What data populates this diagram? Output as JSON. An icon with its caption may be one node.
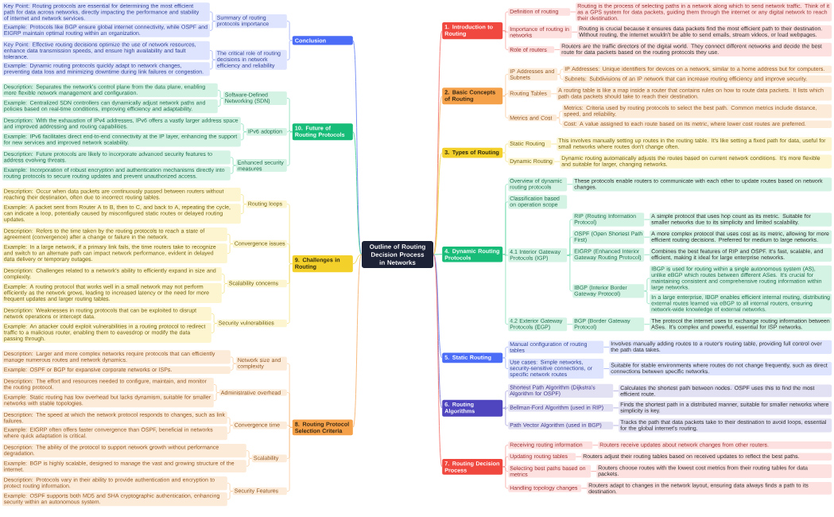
{
  "diagram": {
    "nodes": [
      {
        "text": [
          "Outline of Routing Decision Process in Networks"
        ]
      },
      {
        "text": [
          "1. Introduction to Routing"
        ]
      },
      {
        "text": [
          "Definition of routing"
        ]
      },
      {
        "text": [
          "Routing is the process of selecting paths in a network along which to send network traffic. Think of it as a GPS system for data packets, guiding them through the internet or any digital network to reach their destination."
        ]
      },
      {
        "text": [
          "Importance of routing in networks"
        ]
      },
      {
        "text": [
          "Routing is crucial because it ensures data packets find the most efficient path to their destination. Without routing, the internet wouldn't be able to send emails, stream videos, or load webpages."
        ]
      },
      {
        "text": [
          "Role of routers"
        ]
      },
      {
        "text": [
          "Routers are the traffic directors of the digital world. They connect different networks and decide the best route for data packets based on the routing protocols they use."
        ]
      },
      {
        "text": [
          "2. Basic Concepts of Routing"
        ]
      },
      {
        "text": [
          "IP Addresses and Subnets"
        ]
      },
      {
        "text": [
          "IP Addresses: Unique identifiers for devices on a network, similar to a home address but for computers."
        ]
      },
      {
        "text": [
          "Subnets: Subdivisions of an IP network that can increase routing efficiency and improve security."
        ]
      },
      {
        "text": [
          "Routing Tables"
        ]
      },
      {
        "text": [
          "A routing table is like a map inside a router that contains rules on how to route data packets. It lists which path data packets should take to reach their destination."
        ]
      },
      {
        "text": [
          "Metrics and Cost"
        ]
      },
      {
        "text": [
          "Metrics: Criteria used by routing protocols to select the best path. Common metrics include distance, speed, and reliability."
        ]
      },
      {
        "text": [
          "Cost: A value assigned to each route based on its metric, where lower cost routes are preferred."
        ]
      },
      {
        "text": [
          "3. Types of Routing"
        ]
      },
      {
        "text": [
          "Static Routing"
        ]
      },
      {
        "text": [
          "This involves manually setting up routes in the routing table. It's like setting a fixed path for data, useful for small networks where routes don't change often."
        ]
      },
      {
        "text": [
          "Dynamic Routing"
        ]
      },
      {
        "text": [
          "Dynamic routing automatically adjusts the routes based on current network conditions. It's more flexible and suitable for larger, changing networks."
        ]
      },
      {
        "text": [
          "4. Dynamic Routing Protocols"
        ]
      },
      {
        "text": [
          "Overview of dynamic routing protocols"
        ]
      },
      {
        "text": [
          "These protocols enable routers to communicate with each other to update routes based on network changes."
        ]
      },
      {
        "text": [
          "Classification based on operation scope"
        ]
      },
      {
        "text": [
          "4.1 Interior Gateway Protocols (IGP)"
        ]
      },
      {
        "text": [
          "RIP (Routing Information Protocol)"
        ]
      },
      {
        "text": [
          "A simple protocol that uses hop count as its metric. Suitable for smaller networks due to its simplicity and limited scalability."
        ]
      },
      {
        "text": [
          "OSPF (Open Shortest Path First)"
        ]
      },
      {
        "text": [
          "A more complex protocol that uses cost as its metric, allowing for more efficient routing decisions. Preferred for medium to large networks."
        ]
      },
      {
        "text": [
          "EIGRP (Enhanced Interior Gateway Routing Protocol)"
        ]
      },
      {
        "text": [
          "Combines the best features of RIP and OSPF. It's fast, scalable, and efficient, making it ideal for large enterprise networks."
        ]
      },
      {
        "text": [
          "IBGP (Interior Border Gateway Protocol)"
        ]
      },
      {
        "text": [
          "IBGP is used for routing within a single autonomous system (AS), unlike eBGP which routes between different ASes. It's crucial for maintaining consistent and comprehensive routing information within large networks."
        ]
      },
      {
        "text": [
          "In a large enterprise, IBGP enables efficient internal routing, distributing external routes learned via eBGP to all internal routers, ensuring network-wide knowledge of external networks."
        ]
      },
      {
        "text": [
          "4.2 Exterior Gateway Protocols (EGP)"
        ]
      },
      {
        "text": [
          "BGP (Border Gateway Protocol)"
        ]
      },
      {
        "text": [
          "The protocol the internet uses to exchange routing information between ASes. It's complex and powerful, essential for ISP networks."
        ]
      },
      {
        "text": [
          "5. Static Routing"
        ]
      },
      {
        "text": [
          "Manual configuration of routing tables"
        ]
      },
      {
        "text": [
          "Involves manually adding routes to a router's routing table, providing full control over the path data takes."
        ]
      },
      {
        "text": [
          "Use cases: Simple networks, security-sensitive connections, or specific network routes"
        ]
      },
      {
        "text": [
          "Suitable for stable environments where routes do not change frequently, such as direct connections between specific networks."
        ]
      },
      {
        "text": [
          "6. Routing Algorithms"
        ]
      },
      {
        "text": [
          "Shortest Path Algorithm (Dijkstra's Algorithm for OSPF)"
        ]
      },
      {
        "text": [
          "Calculates the shortest path between nodes. OSPF uses this to find the most efficient route."
        ]
      },
      {
        "text": [
          "Bellman-Ford Algorithm (used in RIP)"
        ]
      },
      {
        "text": [
          "Finds the shortest path in a distributed manner, suitable for smaller networks where simplicity is key."
        ]
      },
      {
        "text": [
          "Path Vector Algorithm (used in BGP)"
        ]
      },
      {
        "text": [
          "Tracks the path that data packets take to their destination to avoid loops, essential for the global internet's routing."
        ]
      },
      {
        "text": [
          "7. Routing Decision Process"
        ]
      },
      {
        "text": [
          "Receiving routing information"
        ]
      },
      {
        "text": [
          "Routers receive updates about network changes from other routers."
        ]
      },
      {
        "text": [
          "Updating routing tables"
        ]
      },
      {
        "text": [
          "Routers adjust their routing tables based on received updates to reflect the best paths."
        ]
      },
      {
        "text": [
          "Selecting best paths based on metrics"
        ]
      },
      {
        "text": [
          "Routers choose routes with the lowest cost metrics from their routing tables for data packets."
        ]
      },
      {
        "text": [
          "Handling topology changes"
        ]
      },
      {
        "text": [
          "Routers adapt to changes in the network layout, ensuring data always finds a path to its destination."
        ]
      },
      {
        "text": [
          "Conclusion"
        ]
      },
      {
        "text": [
          "Summary of routing protocols importance"
        ]
      },
      {
        "text": [
          "Key Point: Routing protocols are essential for determining the most efficient path for data across networks, directly impacting the performance and stability of internet and network services."
        ]
      },
      {
        "text": [
          "Example: Protocols like BGP ensure global internet connectivity, while OSPF and EIGRP maintain optimal routing within an organization."
        ]
      },
      {
        "text": [
          "The critical role of routing decisions in network efficiency and reliability"
        ]
      },
      {
        "text": [
          "Key Point: Effective routing decisions optimize the use of network resources, enhance data transmission speeds, and ensure high availability and fault tolerance."
        ]
      },
      {
        "text": [
          "Example: Dynamic routing protocols quickly adapt to network changes, preventing data loss and minimizing downtime during link failures or congestion."
        ]
      },
      {
        "text": [
          "10. Future of Routing Protocols"
        ]
      },
      {
        "text": [
          "Software-Defined Networking (SDN)"
        ]
      },
      {
        "text": [
          "Description: Separates the network's control plane from the data plane, enabling more flexible network management and configuration."
        ]
      },
      {
        "text": [
          "Example: Centralized SDN controllers can dynamically adjust network paths and policies based on real-time conditions, improving efficiency and adaptability."
        ]
      },
      {
        "text": [
          "IPv6 adoption"
        ]
      },
      {
        "text": [
          "Description: With the exhaustion of IPv4 addresses, IPv6 offers a vastly larger address space and improved addressing and routing capabilities."
        ]
      },
      {
        "text": [
          "Example: IPv6 facilitates direct end-to-end connectivity at the IP layer, enhancing the support for new services and improved network scalability."
        ]
      },
      {
        "text": [
          "Enhanced security measures"
        ]
      },
      {
        "text": [
          "Description: Future protocols are likely to incorporate advanced security features to address evolving threats."
        ]
      },
      {
        "text": [
          "Example: Incorporation of robust encryption and authentication mechanisms directly into routing protocols to secure routing updates and prevent unauthorized access."
        ]
      },
      {
        "text": [
          "9. Challenges in Routing"
        ]
      },
      {
        "text": [
          "Routing loops"
        ]
      },
      {
        "text": [
          "Description: Occur when data packets are continuously passed between routers without reaching their destination, often due to incorrect routing tables."
        ]
      },
      {
        "text": [
          "Example: A packet sent from Router A to B, then to C, and back to A, repeating the cycle, can indicate a loop, potentially caused by misconfigured static routes or delayed routing updates."
        ]
      },
      {
        "text": [
          "Convergence issues"
        ]
      },
      {
        "text": [
          "Description: Refers to the time taken by the routing protocols to reach a state of agreement (convergence) after a change or failure in the network."
        ]
      },
      {
        "text": [
          "Example: In a large network, if a primary link fails, the time routers take to recognize and switch to an alternate path can impact network performance, evident in delayed data delivery or temporary outages."
        ]
      },
      {
        "text": [
          "Scalability concerns"
        ]
      },
      {
        "text": [
          "Description: Challenges related to a network's ability to efficiently expand in size and complexity."
        ]
      },
      {
        "text": [
          "Example: A routing protocol that works well in a small network may not perform efficiently as the network grows, leading to increased latency or the need for more frequent updates and larger routing tables."
        ]
      },
      {
        "text": [
          "Security vulnerabilities"
        ]
      },
      {
        "text": [
          "Description: Weaknesses in routing protocols that can be exploited to disrupt network operations or intercept data."
        ]
      },
      {
        "text": [
          "Example: An attacker could exploit vulnerabilities in a routing protocol to redirect traffic to a malicious router, enabling them to eavesdrop or modify the data passing through."
        ]
      },
      {
        "text": [
          "8. Routing Protocol Selection Criteria"
        ]
      },
      {
        "text": [
          "Network size and complexity"
        ]
      },
      {
        "text": [
          "Description: Larger and more complex networks require protocols that can efficiently manage numerous routes and network dynamics."
        ]
      },
      {
        "text": [
          "Example: OSPF or BGP for expansive corporate networks or ISPs."
        ]
      },
      {
        "text": [
          "Administrative overhead"
        ]
      },
      {
        "text": [
          "Description: The effort and resources needed to configure, maintain, and monitor the routing protocol."
        ]
      },
      {
        "text": [
          "Example: Static routing has low overhead but lacks dynamism, suitable for smaller networks with stable topologies."
        ]
      },
      {
        "text": [
          "Convergence time"
        ]
      },
      {
        "text": [
          "Description: The speed at which the network protocol responds to changes, such as link failures."
        ]
      },
      {
        "text": [
          "Example: EIGRP often offers faster convergence than OSPF, beneficial in networks where quick adaptation is critical."
        ]
      },
      {
        "text": [
          "Scalability"
        ]
      },
      {
        "text": [
          "Description: The ability of the protocol to support network growth without performance degradation."
        ]
      },
      {
        "text": [
          "Example: BGP is highly scalable, designed to manage the vast and growing structure of the internet."
        ]
      },
      {
        "text": [
          "Security Features"
        ]
      },
      {
        "text": [
          "Description: Protocols vary in their ability to provide authentication and encryption to protect routing information."
        ]
      },
      {
        "text": [
          "Example: OSPF supports both MD5 and SHA cryptographic authentication, enhancing security within an autonomous system."
        ]
      }
    ],
    "edges": [
      {
        "from": 0,
        "to": 1,
        "arrow": "none",
        "color": "#f3847f"
      },
      {
        "from": 1,
        "to": 2,
        "arrow": "none",
        "color": "#f3847f"
      },
      {
        "from": 2,
        "to": 3,
        "arrow": "none",
        "color": "#f3847f"
      },
      {
        "from": 1,
        "to": 4,
        "arrow": "none",
        "color": "#f3847f"
      },
      {
        "from": 4,
        "to": 5,
        "arrow": "none",
        "color": "#f3847f"
      },
      {
        "from": 1,
        "to": 6,
        "arrow": "none",
        "color": "#f3847f"
      },
      {
        "from": 6,
        "to": 7,
        "arrow": "none",
        "color": "#f3847f"
      },
      {
        "from": 0,
        "to": 8,
        "arrow": "none",
        "color": "#f7bb80"
      },
      {
        "from": 8,
        "to": 9,
        "arrow": "none",
        "color": "#f7bb80"
      },
      {
        "from": 9,
        "to": 10,
        "arrow": "none",
        "color": "#f7bb80"
      },
      {
        "from": 9,
        "to": 11,
        "arrow": "none",
        "color": "#f7bb80"
      },
      {
        "from": 8,
        "to": 12,
        "arrow": "none",
        "color": "#f7bb80"
      },
      {
        "from": 12,
        "to": 13,
        "arrow": "none",
        "color": "#f7bb80"
      },
      {
        "from": 8,
        "to": 14,
        "arrow": "none",
        "color": "#f7bb80"
      },
      {
        "from": 14,
        "to": 15,
        "arrow": "none",
        "color": "#f7bb80"
      },
      {
        "from": 14,
        "to": 16,
        "arrow": "none",
        "color": "#f7bb80"
      },
      {
        "from": 0,
        "to": 17,
        "arrow": "none",
        "color": "#efd75a"
      },
      {
        "from": 17,
        "to": 18,
        "arrow": "none",
        "color": "#efd75a"
      },
      {
        "from": 18,
        "to": 19,
        "arrow": "none",
        "color": "#efd75a"
      },
      {
        "from": 17,
        "to": 20,
        "arrow": "none",
        "color": "#efd75a"
      },
      {
        "from": 20,
        "to": 21,
        "arrow": "none",
        "color": "#efd75a"
      },
      {
        "from": 0,
        "to": 22,
        "arrow": "none"
      },
      {
        "from": 22,
        "to": 23,
        "arrow": "none"
      },
      {
        "from": 23,
        "to": 24,
        "arrow": "none"
      },
      {
        "from": 22,
        "to": 25,
        "arrow": "none"
      },
      {
        "from": 22,
        "to": 26,
        "arrow": "none"
      },
      {
        "from": 26,
        "to": 27,
        "arrow": "none"
      },
      {
        "from": 27,
        "to": 28,
        "arrow": "none"
      },
      {
        "from": 26,
        "to": 29,
        "arrow": "none"
      },
      {
        "from": 29,
        "to": 30,
        "arrow": "none"
      },
      {
        "from": 26,
        "to": 31,
        "arrow": "none"
      },
      {
        "from": 31,
        "to": 32,
        "arrow": "none"
      },
      {
        "from": 26,
        "to": 33,
        "arrow": "none"
      },
      {
        "from": 33,
        "to": 34,
        "arrow": "none"
      },
      {
        "from": 33,
        "to": 35,
        "arrow": "none"
      },
      {
        "from": 22,
        "to": 36,
        "arrow": "none"
      },
      {
        "from": 36,
        "to": 37,
        "arrow": "none"
      },
      {
        "from": 37,
        "to": 38,
        "arrow": "none"
      },
      {
        "from": 0,
        "to": 39,
        "arrow": "none",
        "color": "#7d95f5"
      },
      {
        "from": 39,
        "to": 40,
        "arrow": "none",
        "color": "#7d95f5"
      },
      {
        "from": 40,
        "to": 41,
        "arrow": "none",
        "color": "#7d95f5"
      },
      {
        "from": 39,
        "to": 42,
        "arrow": "none",
        "color": "#7d95f5"
      },
      {
        "from": 42,
        "to": 43,
        "arrow": "none",
        "color": "#7d95f5"
      },
      {
        "from": 0,
        "to": 44,
        "arrow": "none",
        "color": "#8a83d3"
      },
      {
        "from": 44,
        "to": 45,
        "arrow": "none",
        "color": "#8a83d3"
      },
      {
        "from": 45,
        "to": 46,
        "arrow": "none",
        "color": "#8a83d3"
      },
      {
        "from": 44,
        "to": 47,
        "arrow": "none",
        "color": "#8a83d3"
      },
      {
        "from": 47,
        "to": 48,
        "arrow": "none",
        "color": "#8a83d3"
      },
      {
        "from": 44,
        "to": 49,
        "arrow": "none",
        "color": "#8a83d3"
      },
      {
        "from": 49,
        "to": 50,
        "arrow": "none",
        "color": "#8a83d3"
      },
      {
        "from": 0,
        "to": 51,
        "arrow": "none",
        "color": "#f3847f"
      },
      {
        "from": 51,
        "to": 52,
        "arrow": "none",
        "color": "#f3847f"
      },
      {
        "from": 52,
        "to": 53,
        "arrow": "none",
        "color": "#f3847f"
      },
      {
        "from": 51,
        "to": 54,
        "arrow": "none",
        "color": "#f3847f"
      },
      {
        "from": 54,
        "to": 55,
        "arrow": "none",
        "color": "#f3847f"
      },
      {
        "from": 51,
        "to": 56,
        "arrow": "none",
        "color": "#f3847f"
      },
      {
        "from": 56,
        "to": 57,
        "arrow": "none",
        "color": "#f3847f"
      },
      {
        "from": 51,
        "to": 58,
        "arrow": "none",
        "color": "#f3847f"
      },
      {
        "from": 58,
        "to": 59,
        "arrow": "none",
        "color": "#f3847f"
      },
      {
        "from": 0,
        "to": 60,
        "arrow": "none",
        "color": "#7d95f5"
      },
      {
        "from": 60,
        "to": 61,
        "arrow": "none",
        "color": "#7d95f5"
      },
      {
        "from": 61,
        "to": 62,
        "arrow": "none",
        "color": "#7d95f5"
      },
      {
        "from": 61,
        "to": 63,
        "arrow": "none",
        "color": "#7d95f5"
      },
      {
        "from": 60,
        "to": 64,
        "arrow": "none",
        "color": "#7d95f5"
      },
      {
        "from": 64,
        "to": 65,
        "arrow": "none",
        "color": "#7d95f5"
      },
      {
        "from": 64,
        "to": 66,
        "arrow": "none",
        "color": "#7d95f5"
      },
      {
        "from": 0,
        "to": 67,
        "arrow": "none"
      },
      {
        "from": 67,
        "to": 68,
        "arrow": "none"
      },
      {
        "from": 68,
        "to": 69,
        "arrow": "none"
      },
      {
        "from": 68,
        "to": 70,
        "arrow": "none"
      },
      {
        "from": 67,
        "to": 71,
        "arrow": "none"
      },
      {
        "from": 71,
        "to": 72,
        "arrow": "none"
      },
      {
        "from": 71,
        "to": 73,
        "arrow": "none"
      },
      {
        "from": 67,
        "to": 74,
        "arrow": "none"
      },
      {
        "from": 74,
        "to": 75,
        "arrow": "none"
      },
      {
        "from": 74,
        "to": 76,
        "arrow": "none"
      },
      {
        "from": 0,
        "to": 77,
        "arrow": "none",
        "color": "#efd75a"
      },
      {
        "from": 77,
        "to": 78,
        "arrow": "none",
        "color": "#efd75a"
      },
      {
        "from": 78,
        "to": 79,
        "arrow": "none",
        "color": "#efd75a"
      },
      {
        "from": 78,
        "to": 80,
        "arrow": "none",
        "color": "#efd75a"
      },
      {
        "from": 77,
        "to": 81,
        "arrow": "none",
        "color": "#efd75a"
      },
      {
        "from": 81,
        "to": 82,
        "arrow": "none",
        "color": "#efd75a"
      },
      {
        "from": 81,
        "to": 83,
        "arrow": "none",
        "color": "#efd75a"
      },
      {
        "from": 77,
        "to": 84,
        "arrow": "none",
        "color": "#efd75a"
      },
      {
        "from": 84,
        "to": 85,
        "arrow": "none",
        "color": "#efd75a"
      },
      {
        "from": 84,
        "to": 86,
        "arrow": "none",
        "color": "#efd75a"
      },
      {
        "from": 77,
        "to": 87,
        "arrow": "none",
        "color": "#efd75a"
      },
      {
        "from": 87,
        "to": 88,
        "arrow": "none",
        "color": "#efd75a"
      },
      {
        "from": 87,
        "to": 89,
        "arrow": "none",
        "color": "#efd75a"
      },
      {
        "from": 0,
        "to": 90,
        "arrow": "none",
        "color": "#f7bb80"
      },
      {
        "from": 90,
        "to": 91,
        "arrow": "none",
        "color": "#f7bb80"
      },
      {
        "from": 91,
        "to": 92,
        "arrow": "none",
        "color": "#f7bb80"
      },
      {
        "from": 91,
        "to": 93,
        "arrow": "none",
        "color": "#f7bb80"
      },
      {
        "from": 90,
        "to": 94,
        "arrow": "none",
        "color": "#f7bb80"
      },
      {
        "from": 94,
        "to": 95,
        "arrow": "none",
        "color": "#f7bb80"
      },
      {
        "from": 94,
        "to": 96,
        "arrow": "none",
        "color": "#f7bb80"
      },
      {
        "from": 90,
        "to": 97,
        "arrow": "none",
        "color": "#f7bb80"
      },
      {
        "from": 97,
        "to": 98,
        "arrow": "none",
        "color": "#f7bb80"
      },
      {
        "from": 97,
        "to": 99,
        "arrow": "none",
        "color": "#f7bb80"
      },
      {
        "from": 90,
        "to": 100,
        "arrow": "none",
        "color": "#f7bb80"
      },
      {
        "from": 100,
        "to": 101,
        "arrow": "none",
        "color": "#f7bb80"
      },
      {
        "from": 100,
        "to": 102,
        "arrow": "none",
        "color": "#f7bb80"
      },
      {
        "from": 90,
        "to": 103,
        "arrow": "none",
        "color": "#f7bb80"
      },
      {
        "from": 103,
        "to": 104,
        "arrow": "none",
        "color": "#f7bb80"
      },
      {
        "from": 103,
        "to": 105,
        "arrow": "none",
        "color": "#f7bb80"
      }
    ]
  }
}
